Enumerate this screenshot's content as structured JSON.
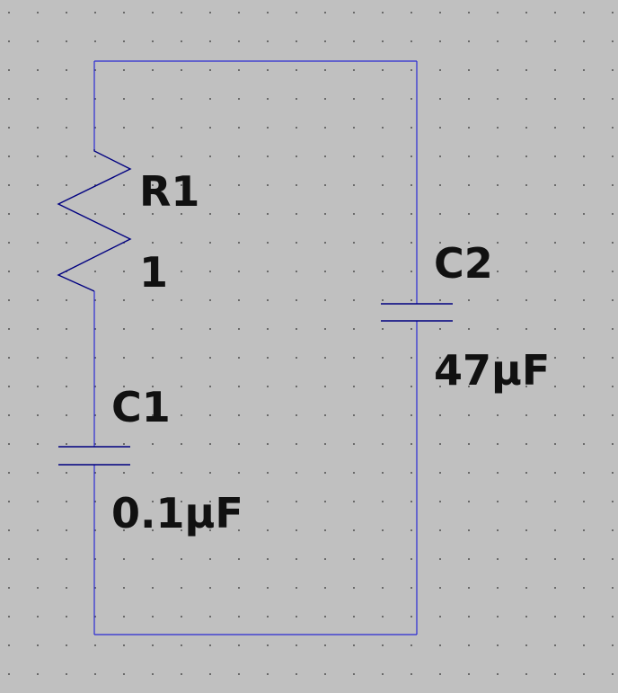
{
  "schematic": {
    "wire_color": "#2b2bd4",
    "component_color": "#000080",
    "background_color": "#c0c0c0",
    "components": {
      "r1": {
        "type": "resistor",
        "name": "R1",
        "value": "1"
      },
      "c1": {
        "type": "capacitor",
        "name": "C1",
        "value": "0.1µF"
      },
      "c2": {
        "type": "capacitor",
        "name": "C2",
        "value": "47µF"
      }
    }
  }
}
